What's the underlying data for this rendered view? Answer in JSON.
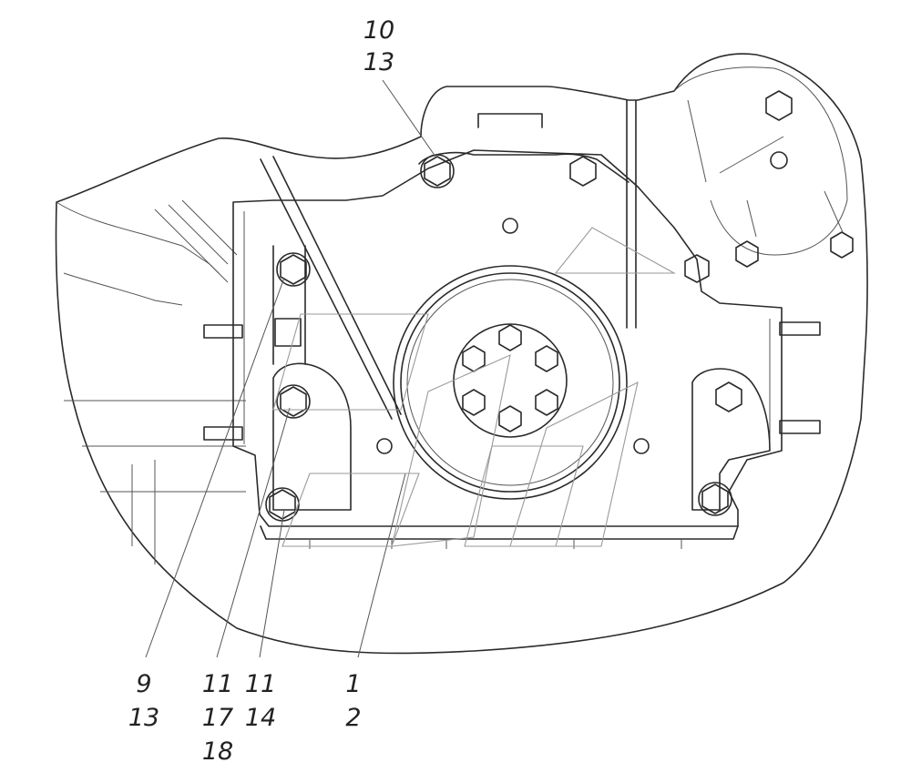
{
  "callouts": {
    "top": {
      "line1": "10",
      "line2": "13"
    },
    "c9": {
      "line1": "9",
      "line2": "13"
    },
    "c11a": {
      "line1": "11",
      "line2": "17",
      "line3": "18"
    },
    "c11b": {
      "line1": "11",
      "line2": "14"
    },
    "c1": {
      "line1": "1",
      "line2": "2"
    }
  }
}
